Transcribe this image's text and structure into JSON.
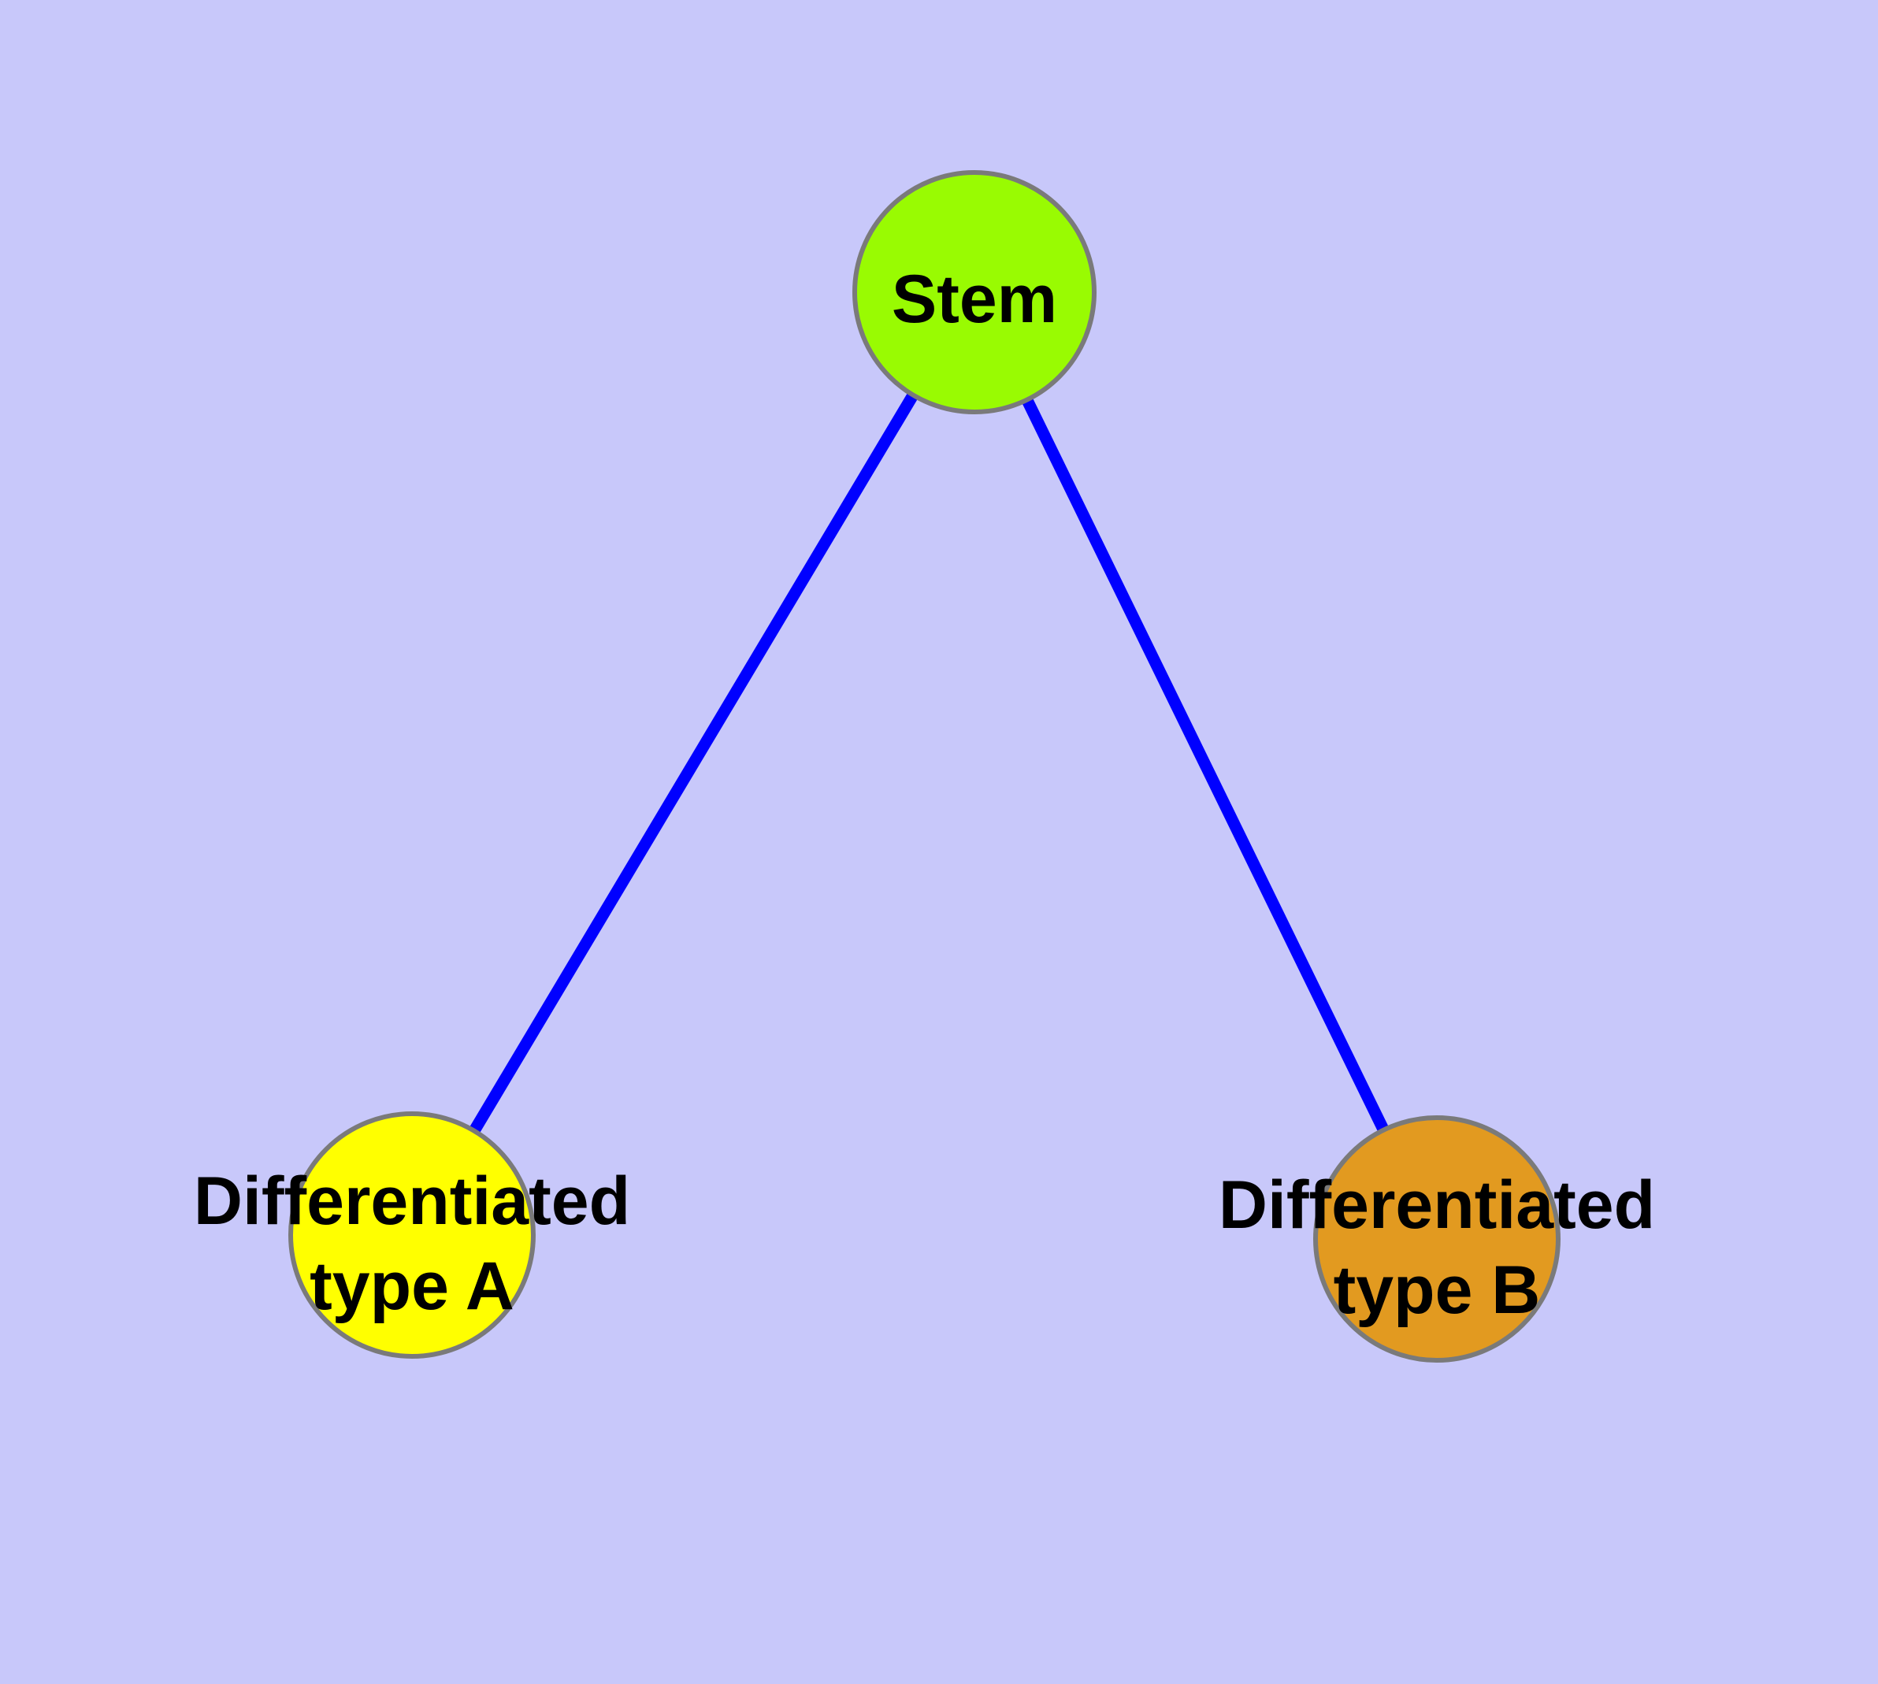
{
  "diagram": {
    "type": "graph",
    "background_color": "#C8C8FA",
    "edge_color": "#0000FF",
    "node_border_color": "#7A7A7A",
    "text_color": "#000000",
    "nodes": [
      {
        "id": "stem",
        "label": "Stem",
        "fill": "#99FB02"
      },
      {
        "id": "differentiated-type-a",
        "label_line1": "Differentiated",
        "label_line2": "type A",
        "fill": "#FFFF00"
      },
      {
        "id": "differentiated-type-b",
        "label_line1": "Differentiated",
        "label_line2": "type B",
        "fill": "#E29A20"
      }
    ],
    "edges": [
      {
        "from": "Stem",
        "to": "Differentiated type A"
      },
      {
        "from": "Stem",
        "to": "Differentiated type B"
      }
    ]
  }
}
